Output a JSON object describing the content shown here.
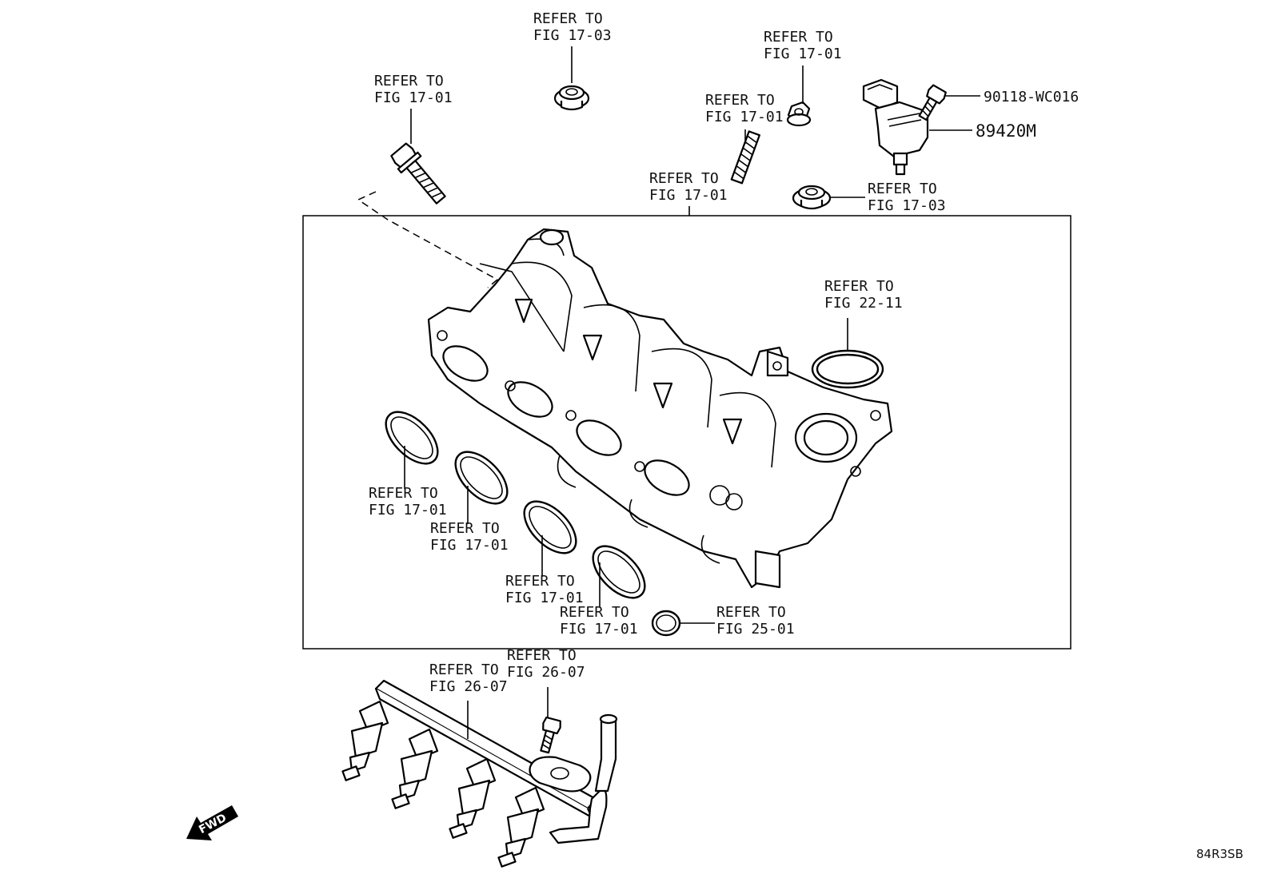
{
  "diagram_code": "84R3SB",
  "direction_label": "FWD",
  "callouts": {
    "bolt_top_left": {
      "line1": "REFER TO",
      "line2": "FIG 17-01"
    },
    "grommet_top": {
      "line1": "REFER TO",
      "line2": "FIG 17-03"
    },
    "nut_top": {
      "line1": "REFER TO",
      "line2": "FIG 17-01"
    },
    "stud": {
      "line1": "REFER TO",
      "line2": "FIG 17-01"
    },
    "manifold": {
      "line1": "REFER TO",
      "line2": "FIG 17-01"
    },
    "grommet_right": {
      "line1": "REFER TO",
      "line2": "FIG 17-03"
    },
    "throttle_gasket": {
      "line1": "REFER TO",
      "line2": "FIG 22-11"
    },
    "port_gasket_1": {
      "line1": "REFER TO",
      "line2": "FIG 17-01"
    },
    "port_gasket_2": {
      "line1": "REFER TO",
      "line2": "FIG 17-01"
    },
    "port_gasket_3": {
      "line1": "REFER TO",
      "line2": "FIG 17-01"
    },
    "port_gasket_4": {
      "line1": "REFER TO",
      "line2": "FIG 17-01"
    },
    "small_oring": {
      "line1": "REFER TO",
      "line2": "FIG 25-01"
    },
    "rail_bolt": {
      "line1": "REFER TO",
      "line2": "FIG 26-07"
    },
    "fuel_rail": {
      "line1": "REFER TO",
      "line2": "FIG 26-07"
    }
  },
  "part_numbers": {
    "sensor_bolt": "90118-WC016",
    "pressure_sensor": "89420M"
  }
}
